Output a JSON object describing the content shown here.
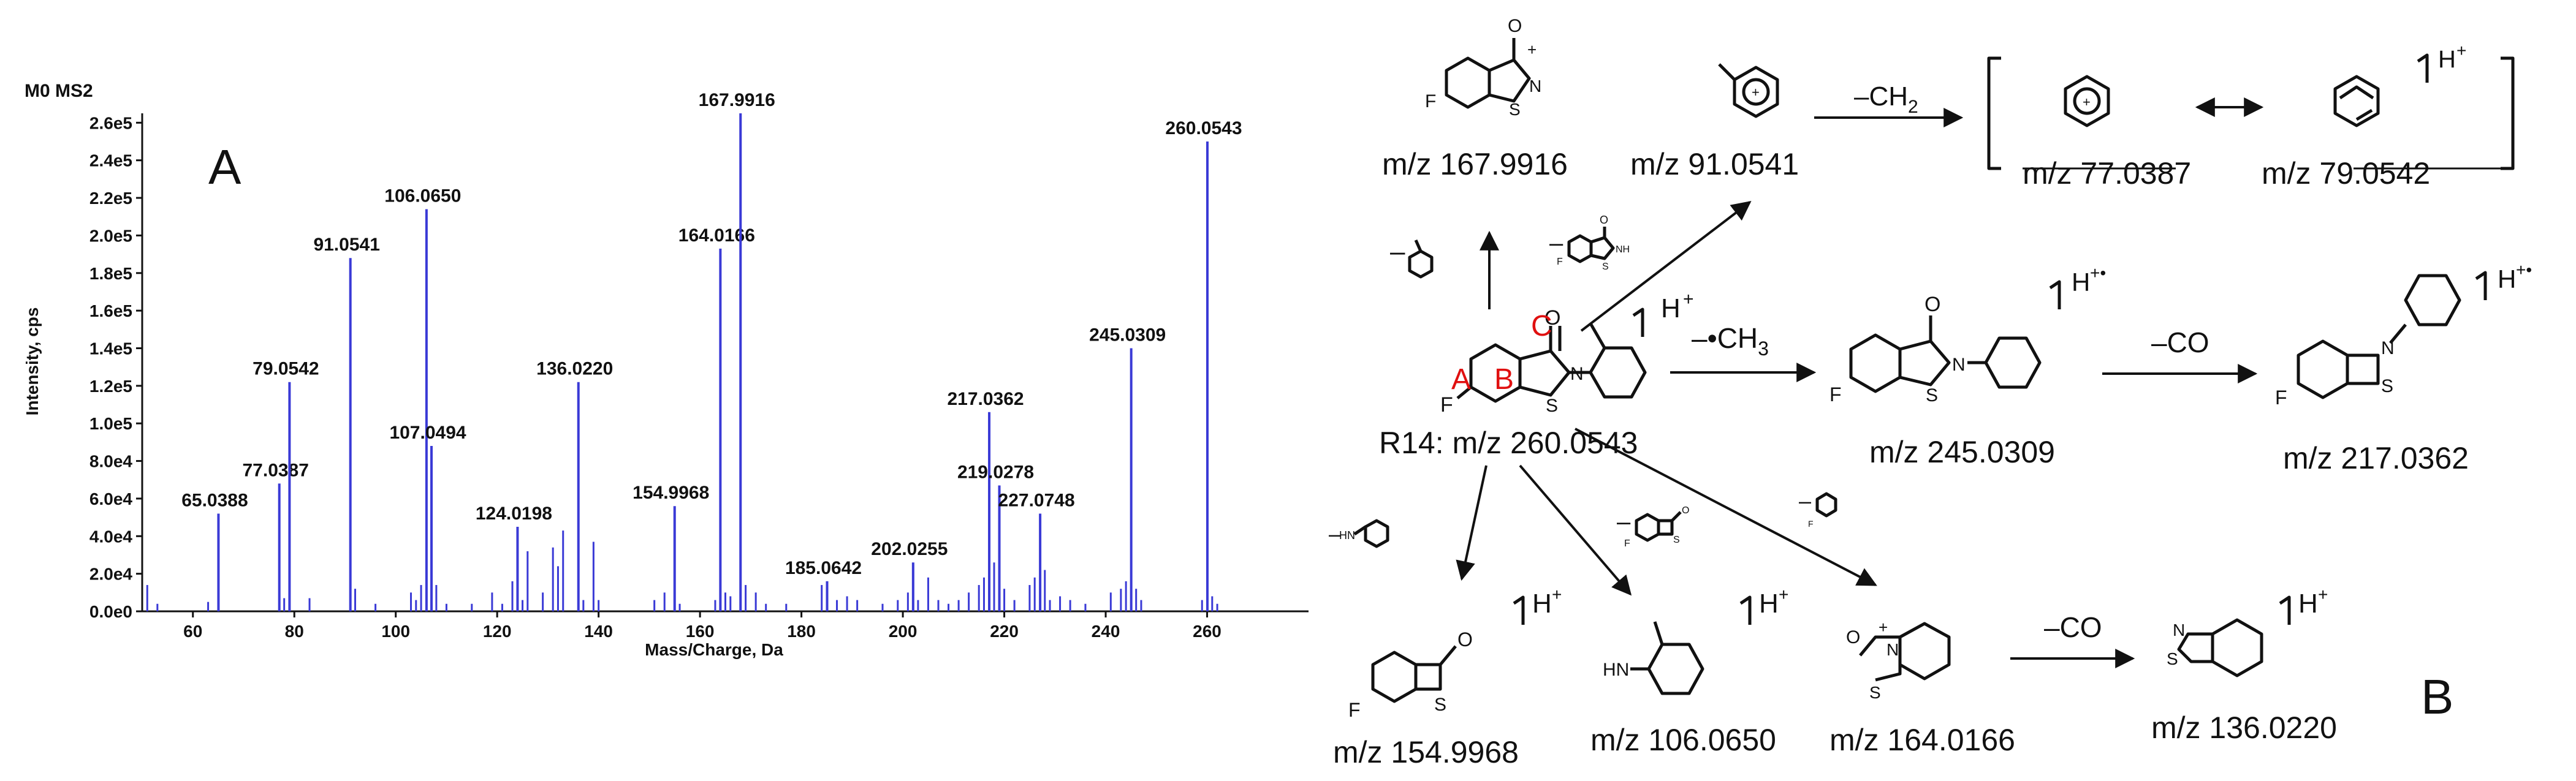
{
  "chart_data": {
    "type": "bar",
    "panel_letter": "A",
    "title": "M0 MS2",
    "xlabel": "Mass/Charge, Da",
    "ylabel": "Intensity, cps",
    "xlim": [
      50,
      280
    ],
    "ylim": [
      0,
      265000
    ],
    "x_ticks": [
      60,
      80,
      100,
      120,
      140,
      160,
      180,
      200,
      220,
      240,
      260
    ],
    "y_ticks": [
      0,
      20000,
      40000,
      60000,
      80000,
      100000,
      120000,
      140000,
      160000,
      180000,
      200000,
      220000,
      240000,
      260000
    ],
    "y_tick_labels": [
      "0.0e0",
      "2.0e4",
      "4.0e4",
      "6.0e4",
      "8.0e4",
      "1.0e5",
      "1.2e5",
      "1.4e5",
      "1.6e5",
      "1.8e5",
      "2.0e5",
      "2.2e5",
      "2.4e5",
      "2.6e5"
    ],
    "x_tick_labels": [
      "60",
      "80",
      "100",
      "120",
      "140",
      "160",
      "180",
      "200",
      "220",
      "240",
      "260"
    ],
    "color": "#3a3ad6",
    "labeled_peaks": [
      {
        "mz": 65.0388,
        "intensity": 52000,
        "label": "65.0388"
      },
      {
        "mz": 77.0387,
        "intensity": 68000,
        "label": "77.0387"
      },
      {
        "mz": 79.0542,
        "intensity": 122000,
        "label": "79.0542"
      },
      {
        "mz": 91.0541,
        "intensity": 188000,
        "label": "91.0541"
      },
      {
        "mz": 106.065,
        "intensity": 214000,
        "label": "106.0650"
      },
      {
        "mz": 107.0494,
        "intensity": 88000,
        "label": "107.0494"
      },
      {
        "mz": 124.0198,
        "intensity": 45000,
        "label": "124.0198"
      },
      {
        "mz": 136.022,
        "intensity": 122000,
        "label": "136.0220"
      },
      {
        "mz": 154.9968,
        "intensity": 56000,
        "label": "154.9968"
      },
      {
        "mz": 164.0166,
        "intensity": 193000,
        "label": "164.0166"
      },
      {
        "mz": 167.9916,
        "intensity": 265000,
        "label": "167.9916"
      },
      {
        "mz": 185.0642,
        "intensity": 16000,
        "label": "185.0642"
      },
      {
        "mz": 202.0255,
        "intensity": 26000,
        "label": "202.0255"
      },
      {
        "mz": 217.0362,
        "intensity": 106000,
        "label": "217.0362"
      },
      {
        "mz": 219.0278,
        "intensity": 67000,
        "label": "219.0278"
      },
      {
        "mz": 227.0748,
        "intensity": 52000,
        "label": "227.0748"
      },
      {
        "mz": 245.0309,
        "intensity": 140000,
        "label": "245.0309"
      },
      {
        "mz": 260.0543,
        "intensity": 250000,
        "label": "260.0543"
      }
    ],
    "minor_peaks": [
      {
        "mz": 51.0,
        "intensity": 14000
      },
      {
        "mz": 53.0,
        "intensity": 4000
      },
      {
        "mz": 63.0,
        "intensity": 5000
      },
      {
        "mz": 78.0,
        "intensity": 7000
      },
      {
        "mz": 83.0,
        "intensity": 7000
      },
      {
        "mz": 92.0,
        "intensity": 12000
      },
      {
        "mz": 96.0,
        "intensity": 4000
      },
      {
        "mz": 103.0,
        "intensity": 10000
      },
      {
        "mz": 104.0,
        "intensity": 6000
      },
      {
        "mz": 105.0,
        "intensity": 14000
      },
      {
        "mz": 108.0,
        "intensity": 14000
      },
      {
        "mz": 110.0,
        "intensity": 4000
      },
      {
        "mz": 115.0,
        "intensity": 4000
      },
      {
        "mz": 119.0,
        "intensity": 10000
      },
      {
        "mz": 121.0,
        "intensity": 4000
      },
      {
        "mz": 123.0,
        "intensity": 16000
      },
      {
        "mz": 125.0,
        "intensity": 6000
      },
      {
        "mz": 126.0,
        "intensity": 32000
      },
      {
        "mz": 129.0,
        "intensity": 10000
      },
      {
        "mz": 131.0,
        "intensity": 34000
      },
      {
        "mz": 132.0,
        "intensity": 24000
      },
      {
        "mz": 133.0,
        "intensity": 43000
      },
      {
        "mz": 137.0,
        "intensity": 6000
      },
      {
        "mz": 139.0,
        "intensity": 37000
      },
      {
        "mz": 140.0,
        "intensity": 6000
      },
      {
        "mz": 151.0,
        "intensity": 6000
      },
      {
        "mz": 153.0,
        "intensity": 10000
      },
      {
        "mz": 156.0,
        "intensity": 4000
      },
      {
        "mz": 163.0,
        "intensity": 6000
      },
      {
        "mz": 165.0,
        "intensity": 10000
      },
      {
        "mz": 166.0,
        "intensity": 8000
      },
      {
        "mz": 169.0,
        "intensity": 14000
      },
      {
        "mz": 171.0,
        "intensity": 10000
      },
      {
        "mz": 173.0,
        "intensity": 4000
      },
      {
        "mz": 177.0,
        "intensity": 4000
      },
      {
        "mz": 184.0,
        "intensity": 14000
      },
      {
        "mz": 187.0,
        "intensity": 6000
      },
      {
        "mz": 189.0,
        "intensity": 8000
      },
      {
        "mz": 191.0,
        "intensity": 6000
      },
      {
        "mz": 196.0,
        "intensity": 4000
      },
      {
        "mz": 199.0,
        "intensity": 6000
      },
      {
        "mz": 201.0,
        "intensity": 10000
      },
      {
        "mz": 203.0,
        "intensity": 6000
      },
      {
        "mz": 205.0,
        "intensity": 18000
      },
      {
        "mz": 207.0,
        "intensity": 6000
      },
      {
        "mz": 209.0,
        "intensity": 4000
      },
      {
        "mz": 211.0,
        "intensity": 6000
      },
      {
        "mz": 213.0,
        "intensity": 10000
      },
      {
        "mz": 215.0,
        "intensity": 14000
      },
      {
        "mz": 216.0,
        "intensity": 18000
      },
      {
        "mz": 218.0,
        "intensity": 26000
      },
      {
        "mz": 220.0,
        "intensity": 12000
      },
      {
        "mz": 222.0,
        "intensity": 6000
      },
      {
        "mz": 225.0,
        "intensity": 14000
      },
      {
        "mz": 226.0,
        "intensity": 18000
      },
      {
        "mz": 228.0,
        "intensity": 22000
      },
      {
        "mz": 229.0,
        "intensity": 6000
      },
      {
        "mz": 231.0,
        "intensity": 8000
      },
      {
        "mz": 233.0,
        "intensity": 6000
      },
      {
        "mz": 236.0,
        "intensity": 4000
      },
      {
        "mz": 241.0,
        "intensity": 10000
      },
      {
        "mz": 243.0,
        "intensity": 12000
      },
      {
        "mz": 244.0,
        "intensity": 16000
      },
      {
        "mz": 246.0,
        "intensity": 12000
      },
      {
        "mz": 247.0,
        "intensity": 6000
      },
      {
        "mz": 259.0,
        "intensity": 6000
      },
      {
        "mz": 261.0,
        "intensity": 8000
      },
      {
        "mz": 262.0,
        "intensity": 4000
      }
    ]
  },
  "scheme": {
    "panel_letter": "B",
    "precursor_label": "R14: m/z 260.0543",
    "ring_labels": [
      "A",
      "B",
      "C"
    ],
    "hplus": "H",
    "plus_sign": "+",
    "radical_dot": "•",
    "loss_ch3": "–•CH",
    "loss_ch3_sub": "3",
    "loss_ch2": "–CH",
    "loss_ch2_sub": "2",
    "loss_co_1": "–CO",
    "loss_co_2": "–CO",
    "minus": "–",
    "atoms": {
      "F": "F",
      "N": "N",
      "S": "S",
      "O": "O",
      "NH": "NH",
      "HN": "HN"
    },
    "fragments": {
      "f167": "m/z 167.9916",
      "f91": "m/z 91.0541",
      "f77": "m/z 77.0387",
      "f79": "m/z 79.0542",
      "f245": "m/z 245.0309",
      "f217": "m/z 217.0362",
      "f155": "m/z 154.9968",
      "f106": "m/z 106.0650",
      "f164": "m/z 164.0166",
      "f136": "m/z 136.0220"
    }
  }
}
